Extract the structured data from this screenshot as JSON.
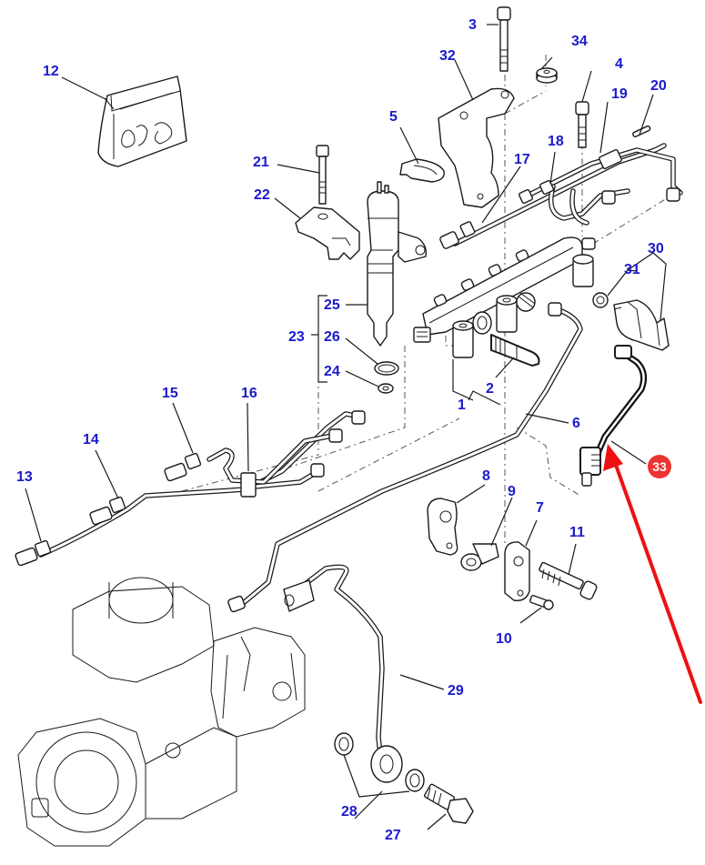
{
  "diagram": {
    "type": "exploded-parts-diagram",
    "subject": "Fuel injection pipes and common rail assembly",
    "colors": {
      "callout_text": "#1a1acc",
      "highlight_badge": "#ee3333",
      "highlight_arrow": "#ee1111",
      "line_art": "#1a1a1a"
    },
    "callouts": [
      {
        "id": "1",
        "label": "1"
      },
      {
        "id": "2",
        "label": "2"
      },
      {
        "id": "3",
        "label": "3"
      },
      {
        "id": "4",
        "label": "4"
      },
      {
        "id": "5",
        "label": "5"
      },
      {
        "id": "6",
        "label": "6"
      },
      {
        "id": "7",
        "label": "7"
      },
      {
        "id": "8",
        "label": "8"
      },
      {
        "id": "9",
        "label": "9"
      },
      {
        "id": "10",
        "label": "10"
      },
      {
        "id": "11",
        "label": "11"
      },
      {
        "id": "12",
        "label": "12"
      },
      {
        "id": "13",
        "label": "13"
      },
      {
        "id": "14",
        "label": "14"
      },
      {
        "id": "15",
        "label": "15"
      },
      {
        "id": "16",
        "label": "16"
      },
      {
        "id": "17",
        "label": "17"
      },
      {
        "id": "18",
        "label": "18"
      },
      {
        "id": "19",
        "label": "19"
      },
      {
        "id": "20",
        "label": "20"
      },
      {
        "id": "21",
        "label": "21"
      },
      {
        "id": "22",
        "label": "22"
      },
      {
        "id": "23",
        "label": "23"
      },
      {
        "id": "24",
        "label": "24"
      },
      {
        "id": "25",
        "label": "25"
      },
      {
        "id": "26",
        "label": "26"
      },
      {
        "id": "27",
        "label": "27"
      },
      {
        "id": "28",
        "label": "28"
      },
      {
        "id": "29",
        "label": "29"
      },
      {
        "id": "30",
        "label": "30"
      },
      {
        "id": "31",
        "label": "31"
      },
      {
        "id": "32",
        "label": "32"
      },
      {
        "id": "34",
        "label": "34"
      }
    ],
    "highlighted_part": {
      "label": "33",
      "description": "Fuel pipe (highlighted with red arrow)"
    },
    "groups": [
      {
        "label": "23",
        "members": [
          "25",
          "26",
          "24"
        ]
      },
      {
        "label": "30",
        "members": [
          "31"
        ]
      },
      {
        "label": "28",
        "members": [
          "washer-left",
          "washer-right"
        ]
      }
    ]
  }
}
